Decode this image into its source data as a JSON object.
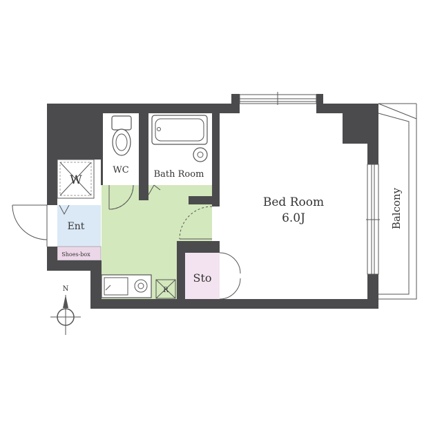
{
  "rooms": {
    "bedroom": {
      "label": "Bed Room",
      "size": "6.0J"
    },
    "bathroom": {
      "label": "Bath Room"
    },
    "wc": {
      "label": "WC"
    },
    "entrance": {
      "label": "Ent"
    },
    "shoes_box": {
      "label": "Shoes-box"
    },
    "storage": {
      "label": "Sto"
    },
    "balcony": {
      "label": "Balcony"
    },
    "washer": {
      "label": "W"
    },
    "refrigerator": {
      "label": "R"
    }
  },
  "compass": {
    "north": "N"
  },
  "colors": {
    "wall": "#4b4b4d",
    "kitchen_floor": "#d3e8bc",
    "entrance_floor": "#dbe9f6",
    "storage_floor": "#f3e3f0",
    "shoes_box": "#ecd7e8"
  }
}
